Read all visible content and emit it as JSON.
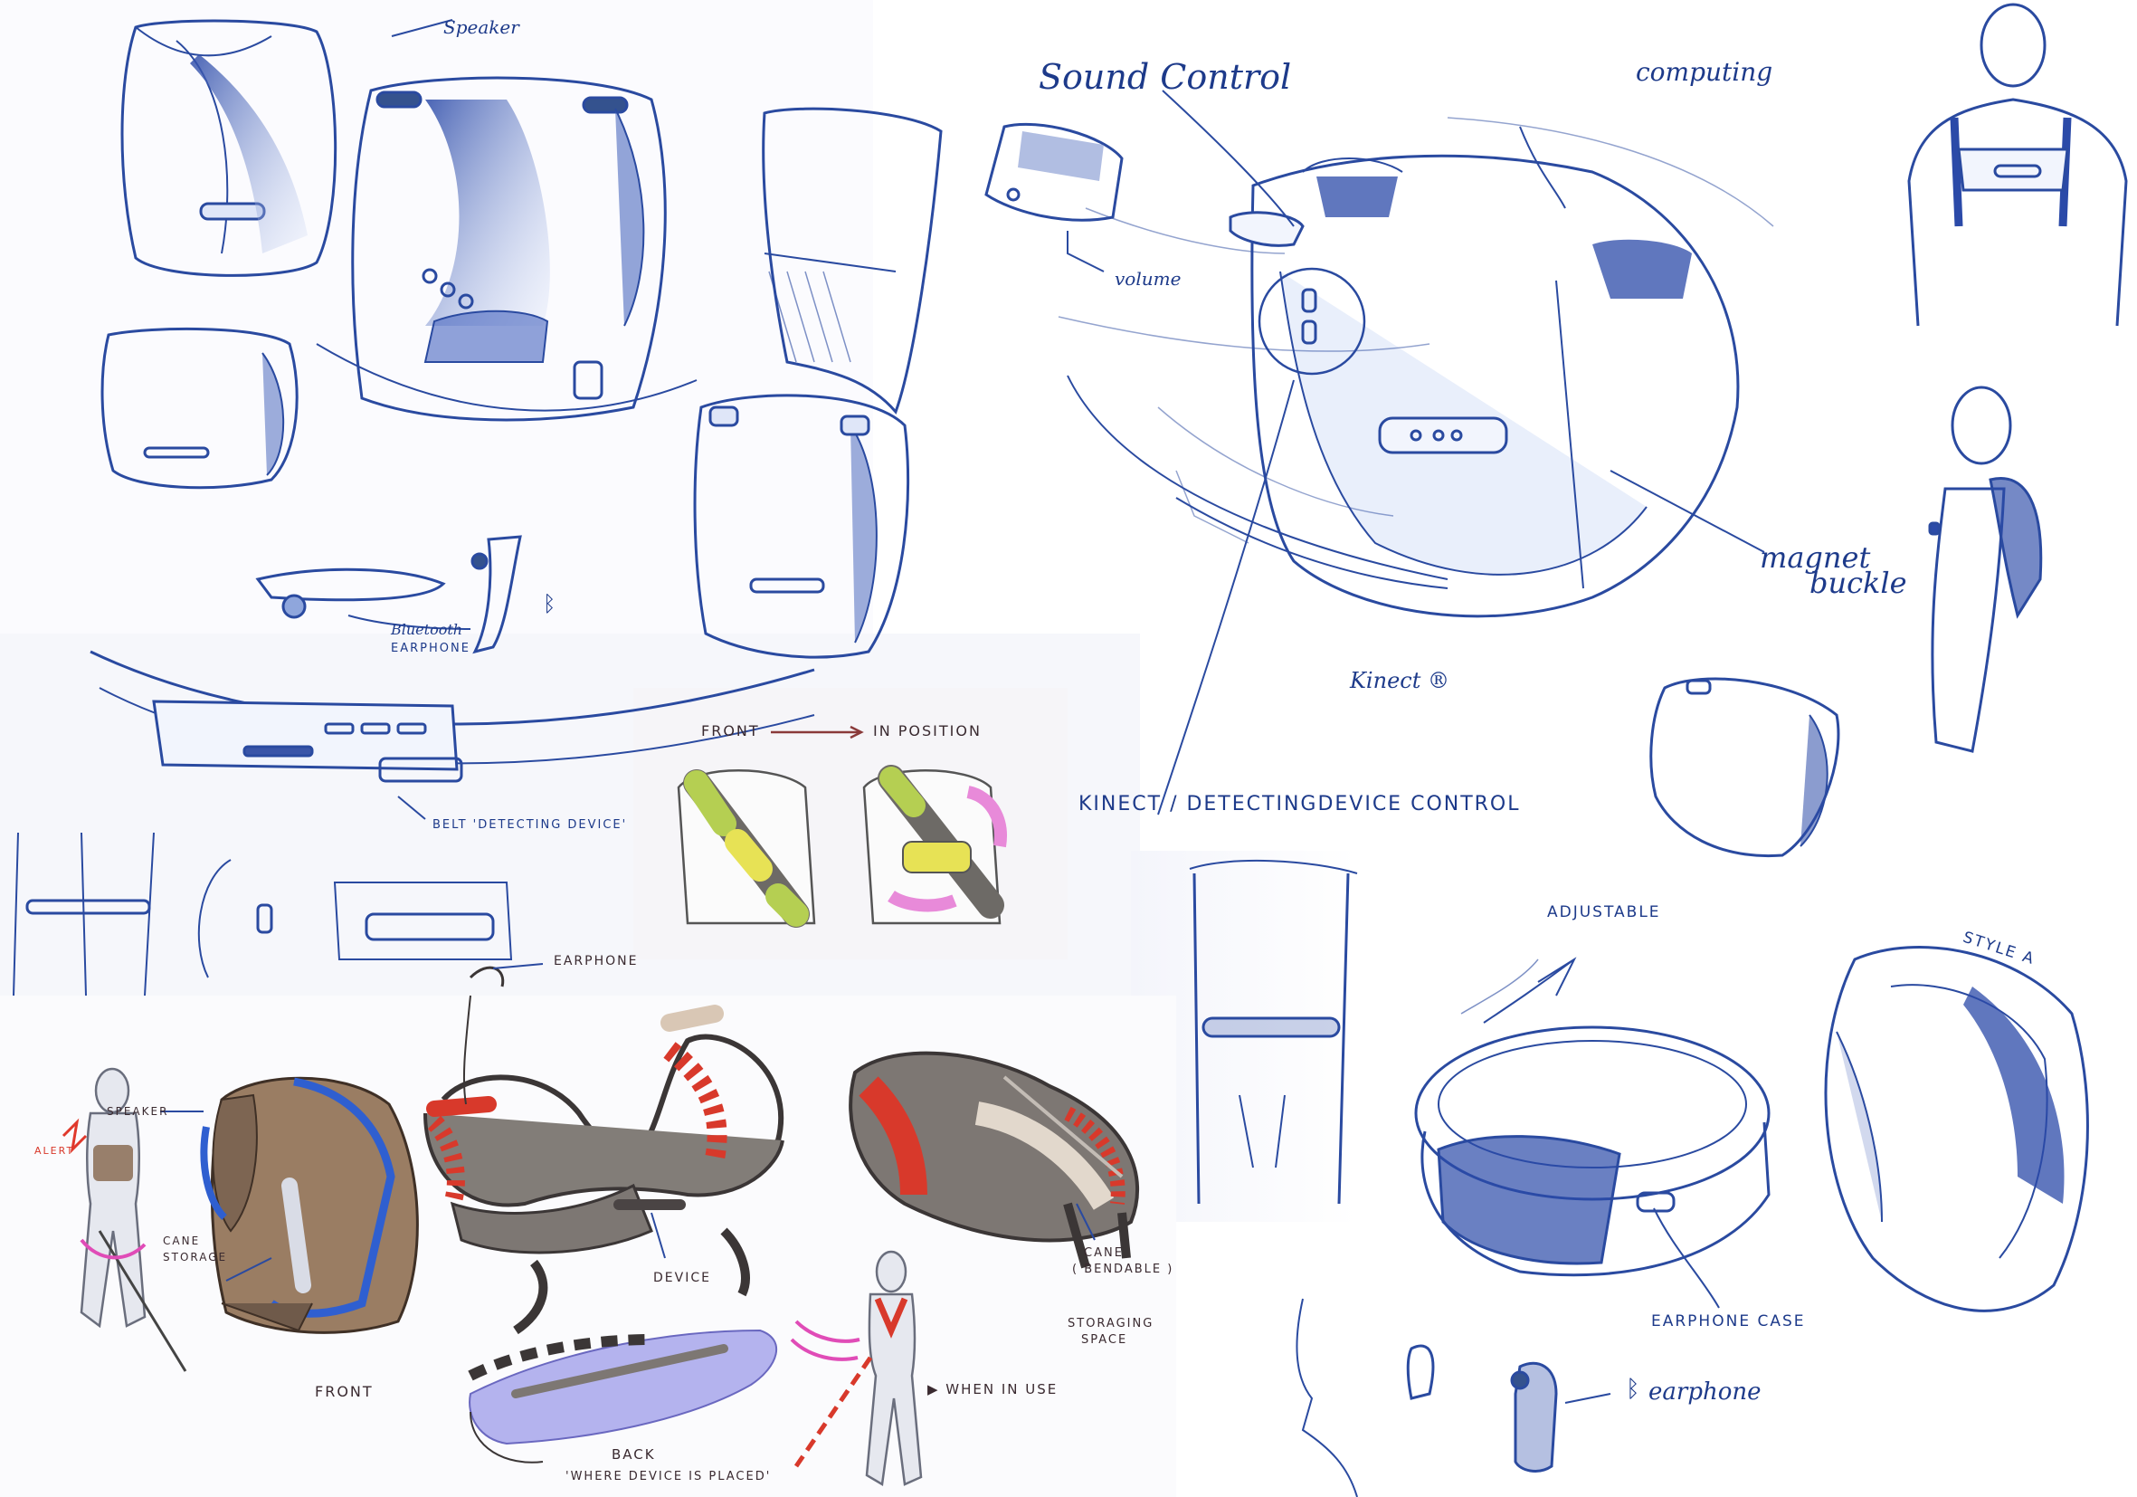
{
  "labels": {
    "speaker_top": "Speaker",
    "sound_control": "Sound Control",
    "computing": "computing",
    "volume": "volume",
    "bluetooth_earphone_1": "Bluetooth",
    "bluetooth_earphone_2": "EARPHONE",
    "magnet_buckle_1": "magnet",
    "magnet_buckle_2": "buckle",
    "kinect": "Kinect ®",
    "kinect_control": "KINECT / DETECTINGDEVICE CONTROL",
    "belt_device": "BELT 'DETECTING DEVICE'",
    "front_in_position_front": "FRONT",
    "front_in_position_in": "IN POSITION",
    "earphone_color": "EARPHONE",
    "speaker_color": "SPEAKER",
    "alert": "ALERT",
    "cane_storage_1": "CANE",
    "cane_storage_2": "STORAGE",
    "front_bottom": "FRONT",
    "device": "DEVICE",
    "cane_space_1": "CANE",
    "cane_space_2": "( BENDABLE )",
    "cane_space_3": "STORAGING",
    "cane_space_4": "SPACE",
    "when_in_use": "▶ WHEN IN USE",
    "back": "BACK",
    "where_placed": "'WHERE DEVICE IS PLACED'",
    "adjustable": "ADJUSTABLE",
    "style_a": "STYLE A",
    "earphone_case": "EARPHONE CASE",
    "earphone_bottom": "earphone"
  },
  "icons": {
    "bluetooth_1": "bluetooth-icon",
    "bluetooth_2": "bluetooth-icon"
  },
  "colors": {
    "ink": "#1d3a8a",
    "ink_light": "#8fa6dc",
    "marker_red": "#d8392b",
    "marker_gray": "#7d7773",
    "marker_brown": "#8a6c54",
    "marker_blue": "#2f5fd0",
    "highlight_green": "#b5cf52",
    "highlight_yellow": "#e7e255",
    "highlight_pink": "#e88ad9",
    "lavender": "#b4b3ee"
  }
}
